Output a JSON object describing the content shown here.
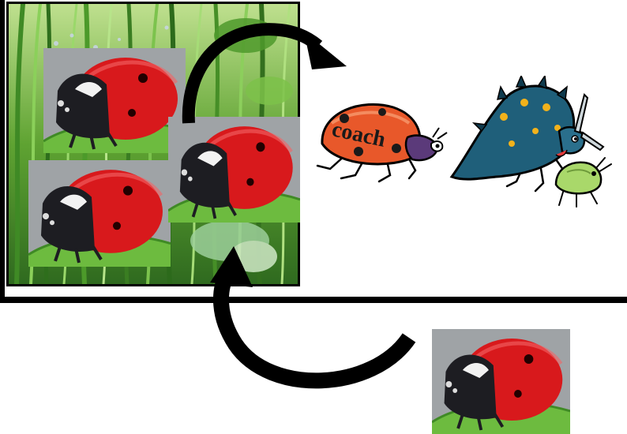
{
  "figure": {
    "scene": "ladybird-release-diagram",
    "icons": {
      "grass_photo": "grass-photo",
      "ladybird_photo": "ladybird-photo",
      "coach_ladybird": "coach-ladybird-cartoon",
      "predator_larva": "ladybird-larva-cartoon",
      "aphid": "aphid-cartoon",
      "arrow_top": "curved-arrow-icon",
      "arrow_bottom": "curved-arrow-icon"
    },
    "cartoon_text": "coach",
    "colors": {
      "frame": "#000000",
      "ladybird_red": "#d8191c",
      "photo_bg": "#9fa3a6",
      "leaf_green": "#6dbb3f",
      "coach_orange": "#e8582a",
      "larva_blue": "#1f5f7a",
      "aphid_green": "#a9d86a"
    }
  }
}
